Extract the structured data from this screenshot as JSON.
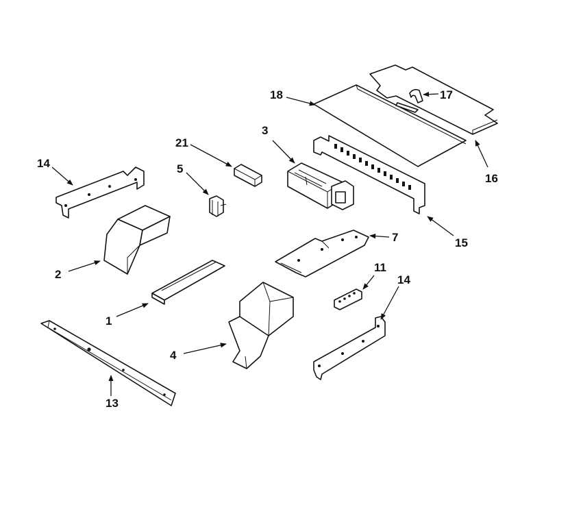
{
  "callouts": {
    "p1": "1",
    "p2": "2",
    "p3": "3",
    "p4": "4",
    "p5": "5",
    "p7": "7",
    "p11": "11",
    "p13": "13",
    "p14_left": "14",
    "p14_right": "14",
    "p15": "15",
    "p16": "16",
    "p17": "17",
    "p18": "18",
    "p21": "21"
  }
}
